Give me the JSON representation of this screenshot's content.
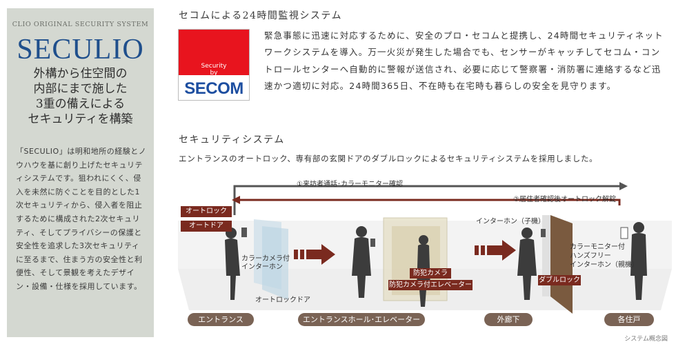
{
  "left_panel": {
    "brand_sub": "CLIO ORIGINAL SECURITY SYSTEM",
    "brand": "SECULIO",
    "headline_lines": [
      "外構から住空間の",
      "内部にまで施した",
      "3重の備えによる",
      "セキュリティを構築"
    ],
    "description": "「SECULIO」は明和地所の経験とノウハウを基に創り上げたセキュリティシステムです。狙われにくく、侵入を未然に防ぐことを目的とした1次セキュリティから、侵入者を阻止するために構成された2次セキュリティ、そしてプライバシーの保護と安全性を追求した3次セキュリティに至るまで、住まう方の安全性と利便性、そして景観を考えたデザイン・設備・仕様を採用しています。"
  },
  "secom": {
    "heading": "セコムによる24時間監視システム",
    "logo_small_line1": "Security",
    "logo_small_line2": "by",
    "logo_word": "SECOM",
    "text": "緊急事態に迅速に対応するために、安全のプロ・セコムと提携し、24時間セキュリティネットワークシステムを導入。万一火災が発生した場合でも、センサーがキャッチしてセコム・コントロールセンターへ自動的に警報が送信され、必要に応じて警察署・消防署に連絡するなど迅速かつ適切に対応。24時間365日、不在時も在宅時も暮らしの安全を見守ります。"
  },
  "system": {
    "heading": "セキュリティシステム",
    "description": "エントランスのオートロック、専有部の玄関ドアのダブルロックによるセキュリティシステムを採用しました。",
    "flow1": "①来訪者通話･カラーモニター確認",
    "flow2": "②居住者確認後オートロック解錠",
    "tag_autolock": "オートロック",
    "tag_autodoor": "オートドア",
    "label_camera_intercom": "カラーカメラ付\nインターホン",
    "label_autolock_door": "オートロックドア",
    "tag_camera": "防犯カメラ",
    "tag_elevator": "防犯カメラ付エレベーター",
    "label_intercom_child": "インターホン（子機）",
    "label_monitor": "カラーモニター付\nハンズフリー\nインターホン（親機）",
    "tag_double_lock": "ダブルロック",
    "zones": [
      "エントランス",
      "エントランスホール･エレベーター",
      "外廊下",
      "各住戸"
    ],
    "caption": "システム概念図"
  },
  "colors": {
    "brand_blue": "#1f4f8c",
    "panel_bg": "#d4d8d1",
    "secom_red": "#e8141e",
    "accent_red": "#7a2a1f",
    "zone_pill": "#7a6355"
  }
}
